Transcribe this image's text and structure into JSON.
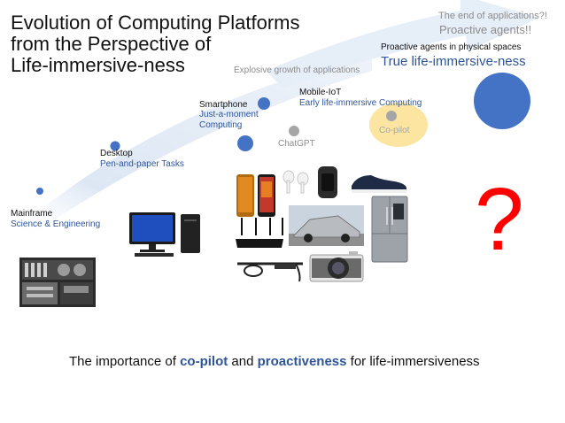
{
  "title": {
    "line1": "Evolution of Computing Platforms",
    "line2": "from the Perspective of",
    "line3": "Life-immersive-ness"
  },
  "eras": {
    "mainframe": {
      "name": "Mainframe",
      "desc": "Science & Engineering"
    },
    "desktop": {
      "name": "Desktop",
      "desc": "Pen-and-paper Tasks"
    },
    "smartphone": {
      "name": "Smartphone",
      "desc_line1": "Just-a-moment",
      "desc_line2": "Computing"
    },
    "mobile_iot": {
      "name": "Mobile-IoT",
      "desc": "Early life-immersive Computing"
    },
    "proactive": {
      "name": "Proactive agents in physical spaces",
      "desc": "True life-immersive-ness"
    }
  },
  "annotations": {
    "explosive": "Explosive growth of applications",
    "chatgpt": "ChatGPT",
    "copilot": "Co-pilot",
    "end_of_apps": "The end of applications?!",
    "proactive_agents": "Proactive agents!!",
    "question_mark": "?"
  },
  "bottom": {
    "prefix": "The importance of",
    "copilot": "co-pilot",
    "and": "and",
    "proactiveness": "proactiveness",
    "suffix": "for life-immersiveness"
  },
  "colors": {
    "blue_dot": "#4472c4",
    "text_blue": "#2f5597",
    "copilot_fill": "#fbe5a0",
    "copilot_dot": "#a6a6a6",
    "question_red": "#ff0000",
    "arrow_start": "#dbe6f5",
    "arrow_end": "#f5f8fc"
  },
  "icons": [
    "mainframe-photo",
    "desktop-computer-icon",
    "smartphones-icon",
    "earbuds-icon",
    "smartwatch-icon",
    "sneaker-icon",
    "router-icon",
    "car-icon",
    "refrigerator-icon",
    "smart-glasses-icon",
    "camera-icon"
  ]
}
